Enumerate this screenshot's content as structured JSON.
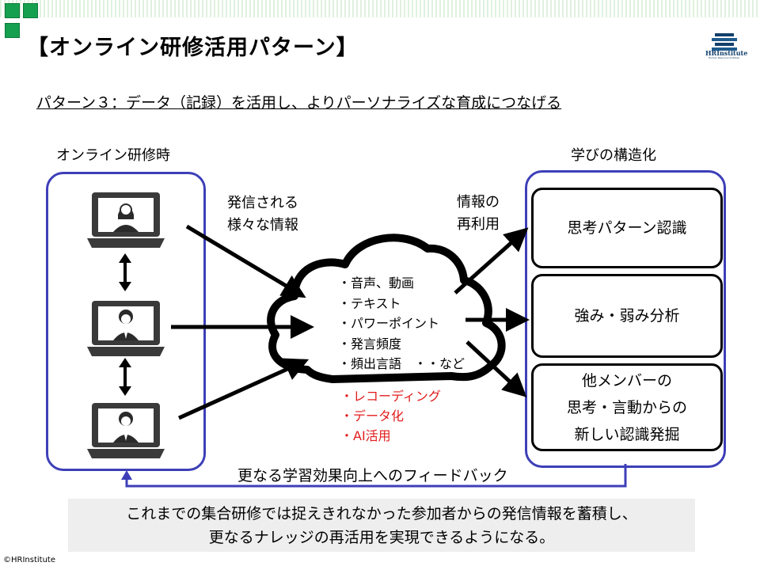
{
  "title": "【オンライン研修活用パターン】",
  "logo": {
    "name": "HRInstitute",
    "tagline": "Human Resource Institute"
  },
  "subtitle": "パターン３：データ（記録）を活用し、よりパーソナライズな育成につなげる",
  "left_panel": {
    "heading": "オンライン研修時"
  },
  "right_panel": {
    "heading": "学びの構造化",
    "boxes": [
      {
        "lines": [
          "思考パターン認識"
        ]
      },
      {
        "lines": [
          "強み・弱み分析"
        ]
      },
      {
        "lines": [
          "他メンバーの",
          "思考・言動からの",
          "新しい認識発掘"
        ]
      }
    ]
  },
  "arrow_label_in": [
    "発信される",
    "様々な情報"
  ],
  "arrow_label_out": [
    "情報の",
    "再利用"
  ],
  "cloud_items": [
    "・音声、動画",
    "・テキスト",
    "・パワーポイント",
    "・発言頻度",
    "・頻出言語　・・など"
  ],
  "red_items": [
    "・レコーディング",
    "・データ化",
    "・AI活用"
  ],
  "feedback": "更なる学習効果向上へのフィードバック",
  "summary": [
    "これまでの集合研修では捉えきれなかった参加者からの発信情報を蓄積し、",
    "更なるナレッジの再活用を実現できるようになる。"
  ],
  "copyright": "©HRInstitute",
  "colors": {
    "accent_green": "#15a050",
    "panel_blue": "#3d3fb8",
    "red_text": "#e21c1c",
    "summary_bg": "#eeeeee"
  }
}
